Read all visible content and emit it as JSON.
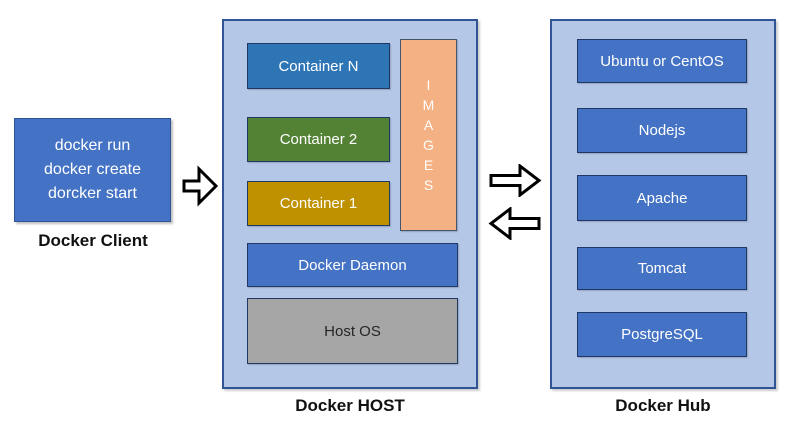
{
  "client": {
    "commands": [
      "docker run",
      "docker create",
      "dorcker start"
    ],
    "label": "Docker Client"
  },
  "host": {
    "label": "Docker HOST",
    "containers": [
      {
        "name": "Container N",
        "color": "#2e75b6"
      },
      {
        "name": "Container 2",
        "color": "#548235"
      },
      {
        "name": "Container 1",
        "color": "#bf9000"
      }
    ],
    "images_label": "IMAGES",
    "daemon_label": "Docker Daemon",
    "os_label": "Host OS"
  },
  "hub": {
    "label": "Docker Hub",
    "repositories": [
      "Ubuntu or CentOS",
      "Nodejs",
      "Apache",
      "Tomcat",
      "PostgreSQL"
    ]
  },
  "colors": {
    "accent_blue": "#4472c4",
    "steel_blue": "#2e75b6",
    "green": "#548235",
    "gold": "#bf9000",
    "peach": "#f4b183",
    "panel_light_blue": "#b4c7e7",
    "panel_border": "#2f5597",
    "inner_border": "#1f3864",
    "gray": "#a6a6a6"
  }
}
